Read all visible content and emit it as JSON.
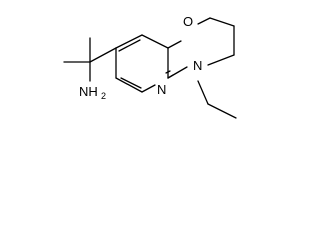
{
  "molecule": {
    "atoms": {
      "oxygen": "O",
      "ring_nitrogen": "N",
      "pyridine_nitrogen": "N",
      "amine": {
        "main": "NH",
        "subscript": "2"
      }
    }
  }
}
